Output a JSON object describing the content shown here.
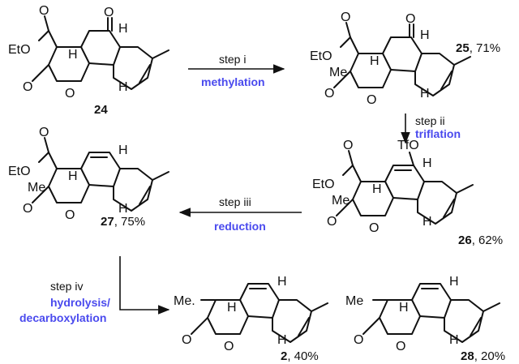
{
  "compounds": [
    {
      "number": "24",
      "yield": ""
    },
    {
      "number": "25",
      "yield": ", 71%"
    },
    {
      "number": "26",
      "yield": ", 62%"
    },
    {
      "number": "27",
      "yield": ", 75%"
    },
    {
      "number": "2",
      "yield": ", 40%"
    },
    {
      "number": "28",
      "yield": ", 20%"
    }
  ],
  "atom_labels": {
    "oxygen": "O",
    "ethoxy": "EtO",
    "methyl": "Me",
    "triflate": "TfO",
    "hydrogen": "H"
  },
  "steps": [
    {
      "label": "step i",
      "reaction": "methylation"
    },
    {
      "label": "step ii",
      "reaction": "triflation"
    },
    {
      "label": "step iii",
      "reaction": "reduction"
    },
    {
      "label": "step iv",
      "reaction_lines": [
        "hydrolysis/",
        "decarboxylation"
      ]
    }
  ],
  "colors": {
    "reaction_label": "#4a4aee",
    "bond": "#111111"
  }
}
